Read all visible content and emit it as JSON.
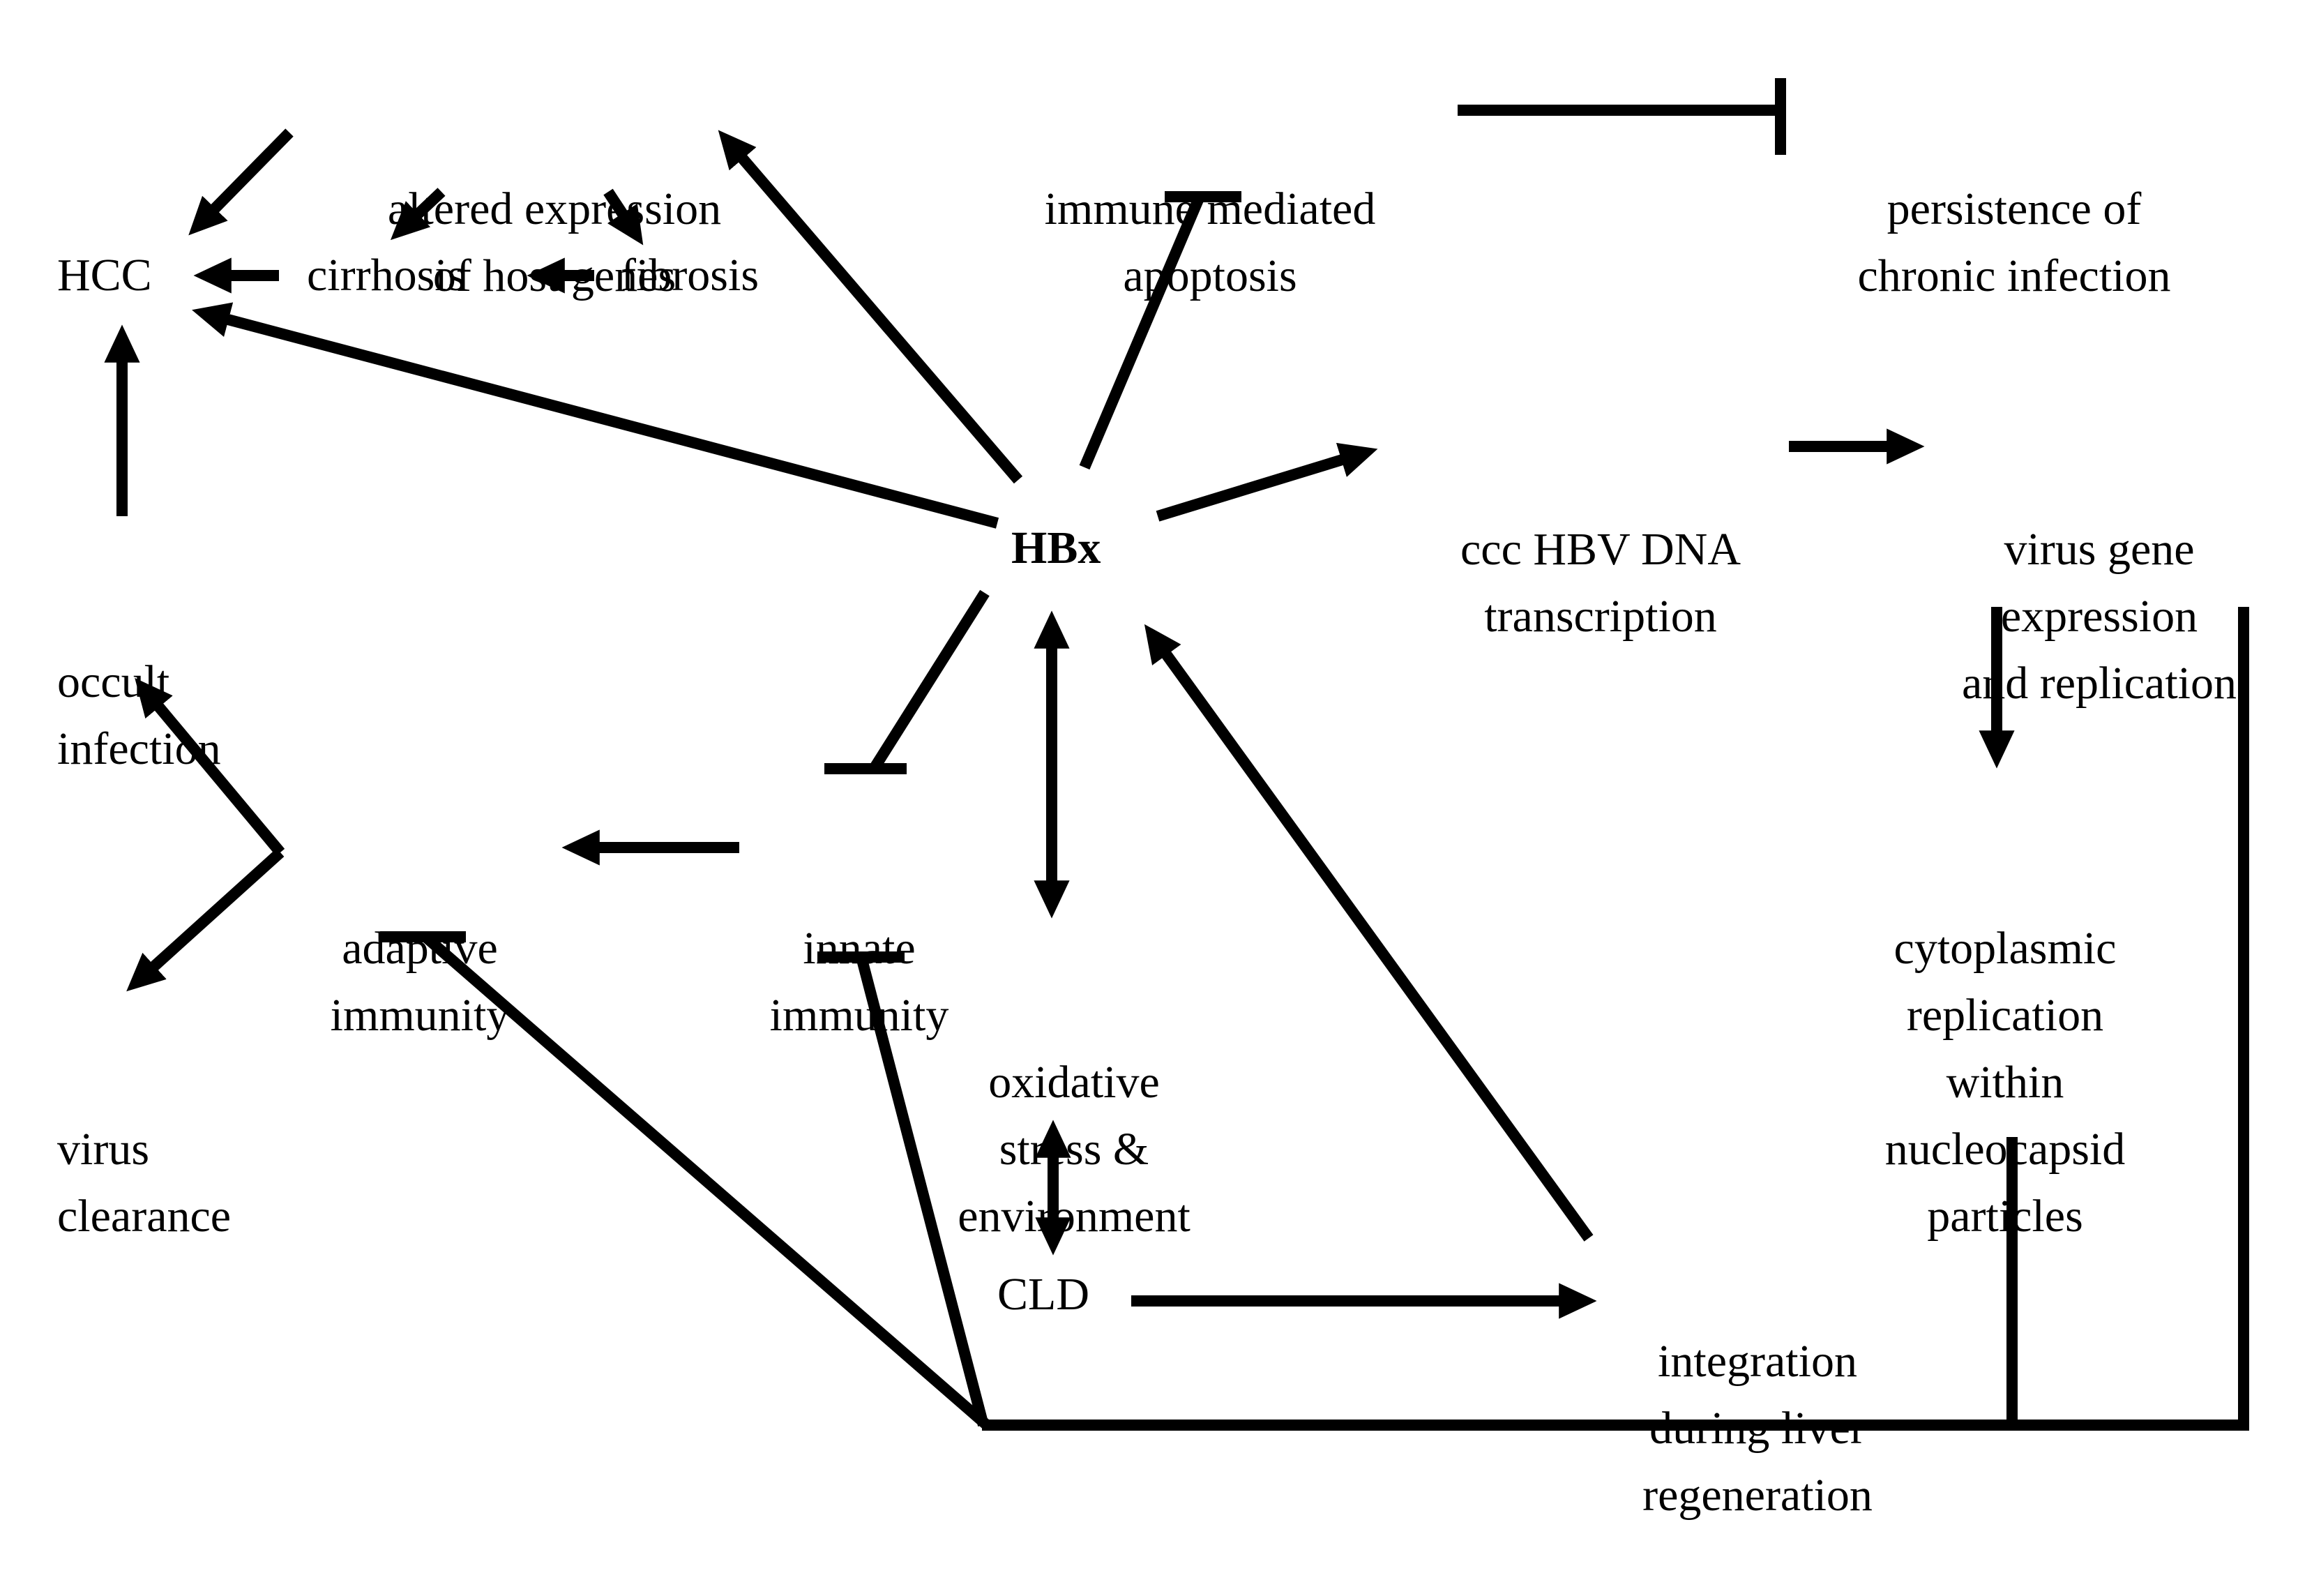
{
  "nodes": {
    "hcc": "HCC",
    "altered": [
      "altered expression",
      "of host genes"
    ],
    "cirrhosis": "cirrhosis",
    "fibrosis": "fibrosis",
    "immune_apoptosis": [
      "immune mediated",
      "apoptosis"
    ],
    "persistence": [
      "persistence of",
      "chronic infection"
    ],
    "occult": [
      "occult",
      "infection"
    ],
    "hbx": "HBx",
    "ccc": [
      "ccc HBV DNA",
      "transcription"
    ],
    "virus_gene": [
      "virus gene",
      "expression",
      "and replication"
    ],
    "adaptive": [
      "adaptive",
      "immunity"
    ],
    "innate": [
      "innate",
      "immunity"
    ],
    "cytoplasmic": [
      "cytoplasmic",
      "replication",
      "within",
      "nucleocapsid",
      "particles"
    ],
    "virus_clearance": [
      "virus",
      "clearance"
    ],
    "oxidative": [
      "oxidative",
      "stress &",
      "environment"
    ],
    "cld": "CLD",
    "integration": [
      "integration",
      "during liver",
      "regeneration"
    ]
  },
  "colors": {
    "ink": "#000000",
    "background": "#ffffff"
  }
}
